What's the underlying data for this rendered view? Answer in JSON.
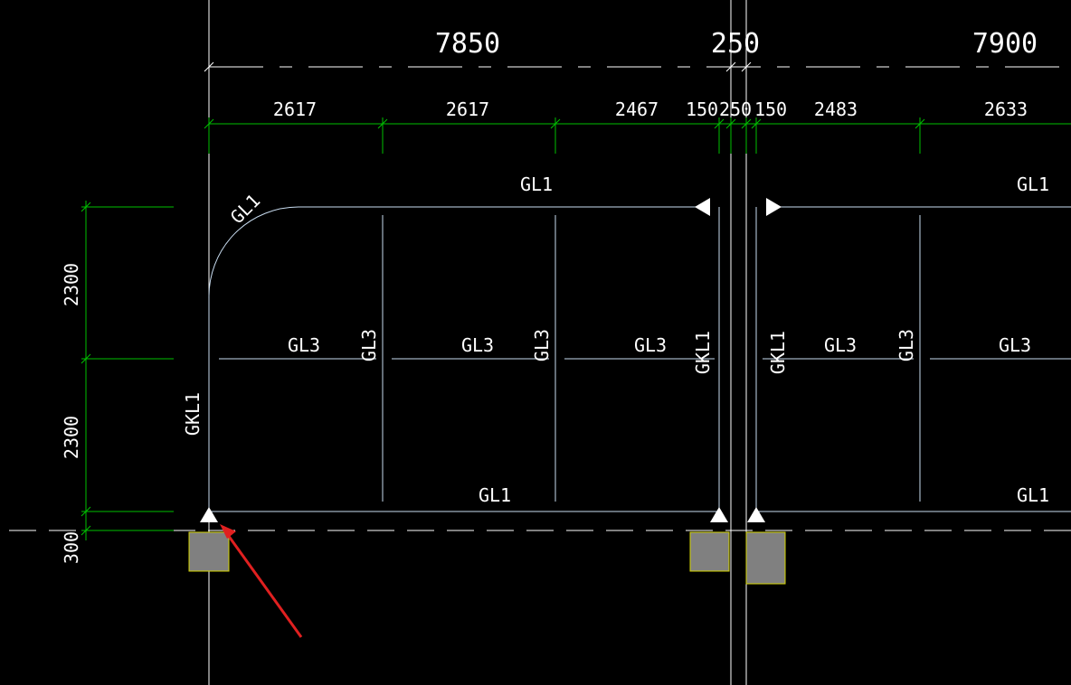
{
  "drawing": {
    "overall_dims": [
      "7850",
      "250",
      "7900"
    ],
    "sub_dims": [
      "2617",
      "2617",
      "2467",
      "150",
      "250",
      "150",
      "2483",
      "2633"
    ],
    "vertical_dims": [
      "2300",
      "2300",
      "300"
    ],
    "beam_labels": {
      "top_left": "GL1",
      "top_right": "GL1",
      "arc": "GL1",
      "bottom_left": "GL1",
      "bottom_right": "GL1",
      "mid": [
        "GL3",
        "GL3",
        "GL3",
        "GL3",
        "GL3"
      ],
      "vert": [
        "GL3",
        "GL3",
        "GL3"
      ],
      "gkl_left": "GKL1",
      "gkl_c1": "GKL1",
      "gkl_c2": "GKL1"
    },
    "colors": {
      "background": "#000000",
      "axis": "#ffffff",
      "dimension": "#00c000",
      "beam": "#c8dcf0",
      "column_fill": "#808080",
      "column_outline": "#d4d400",
      "arrow": "#e02020"
    }
  }
}
